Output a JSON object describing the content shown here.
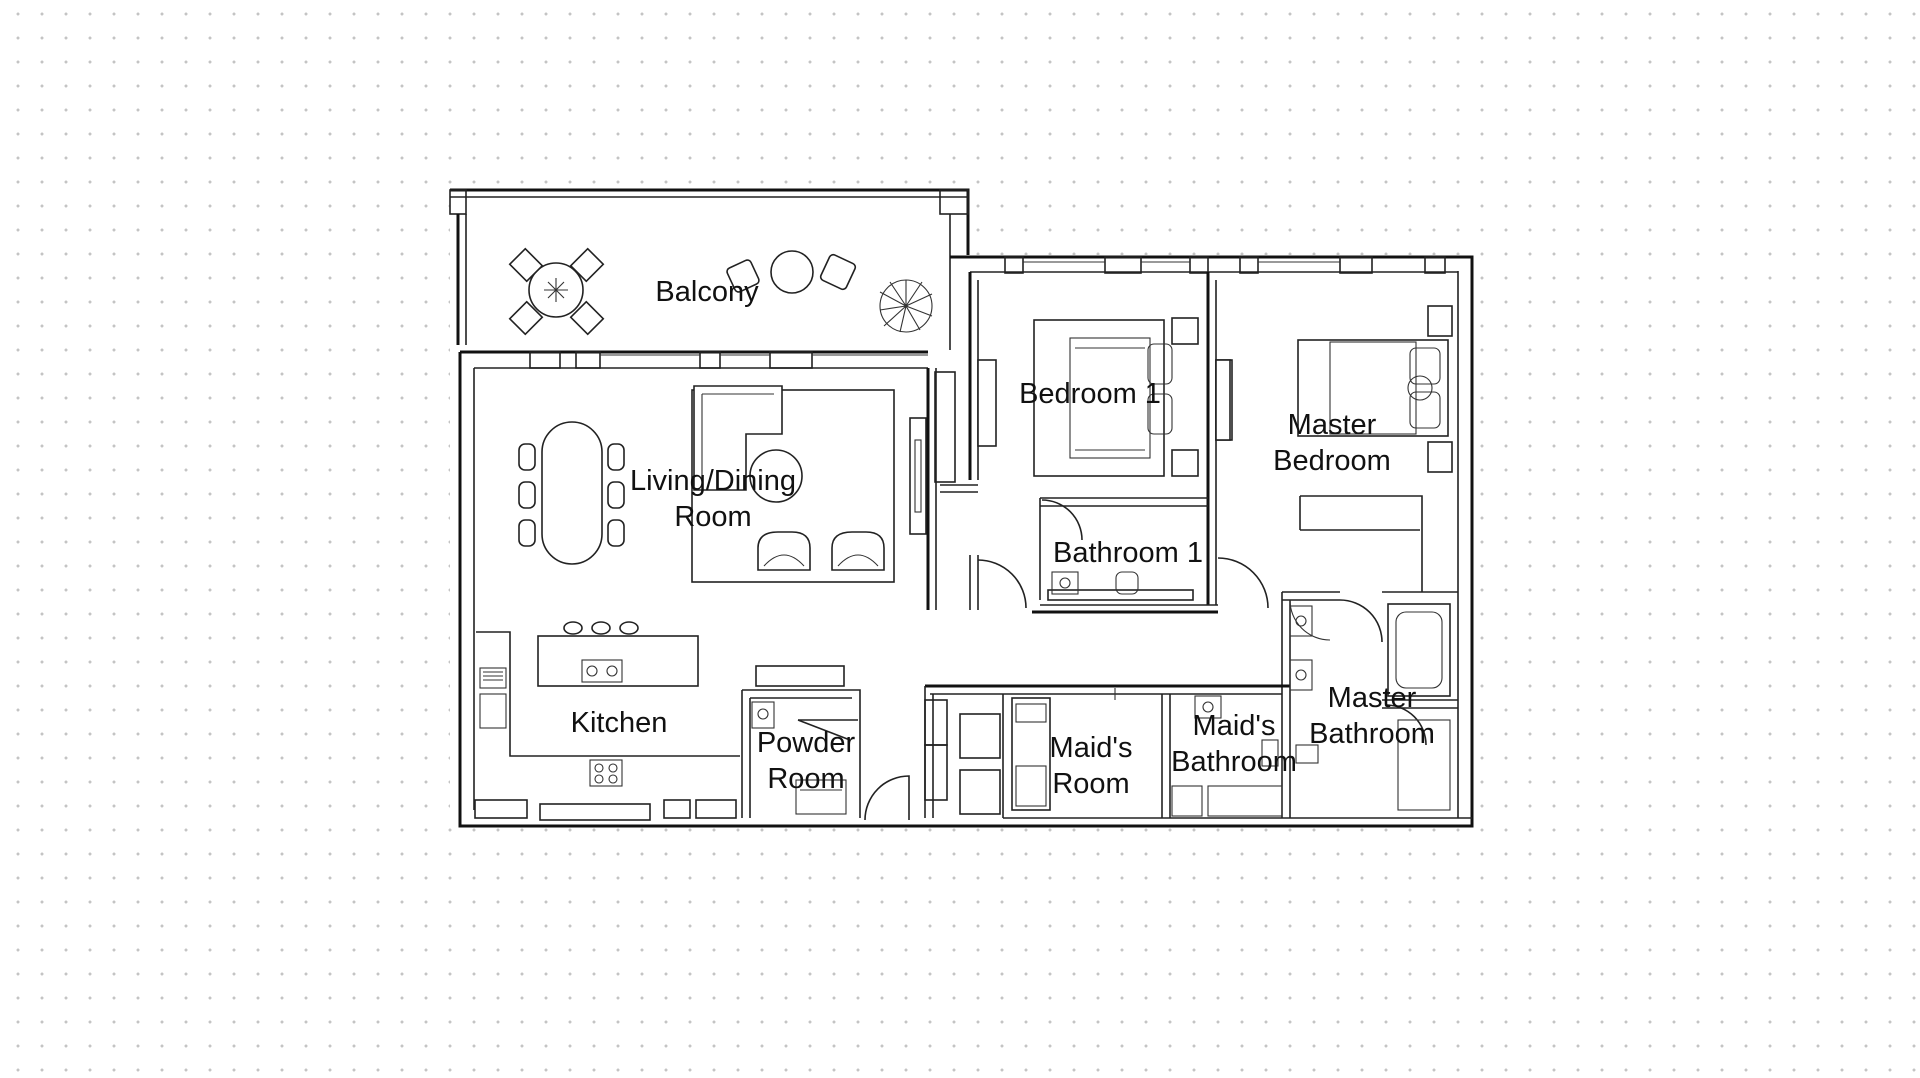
{
  "floor_plan": {
    "rooms": [
      {
        "id": "balcony",
        "lines": [
          "Balcony"
        ]
      },
      {
        "id": "bedroom-1",
        "lines": [
          "Bedroom 1"
        ]
      },
      {
        "id": "master-bedroom",
        "lines": [
          "Master",
          "Bedroom"
        ]
      },
      {
        "id": "living-dining",
        "lines": [
          "Living/Dining",
          "Room"
        ]
      },
      {
        "id": "bathroom-1",
        "lines": [
          "Bathroom 1"
        ]
      },
      {
        "id": "kitchen",
        "lines": [
          "Kitchen"
        ]
      },
      {
        "id": "powder-room",
        "lines": [
          "Powder",
          "Room"
        ]
      },
      {
        "id": "maids-room",
        "lines": [
          "Maid's",
          "Room"
        ]
      },
      {
        "id": "maids-bathroom",
        "lines": [
          "Maid's",
          "Bathroom"
        ]
      },
      {
        "id": "master-bathroom",
        "lines": [
          "Master",
          "Bathroom"
        ]
      }
    ],
    "colors": {
      "line": "#111111",
      "background": "#ffffff",
      "grid_dot": "#c4c4c4"
    }
  }
}
